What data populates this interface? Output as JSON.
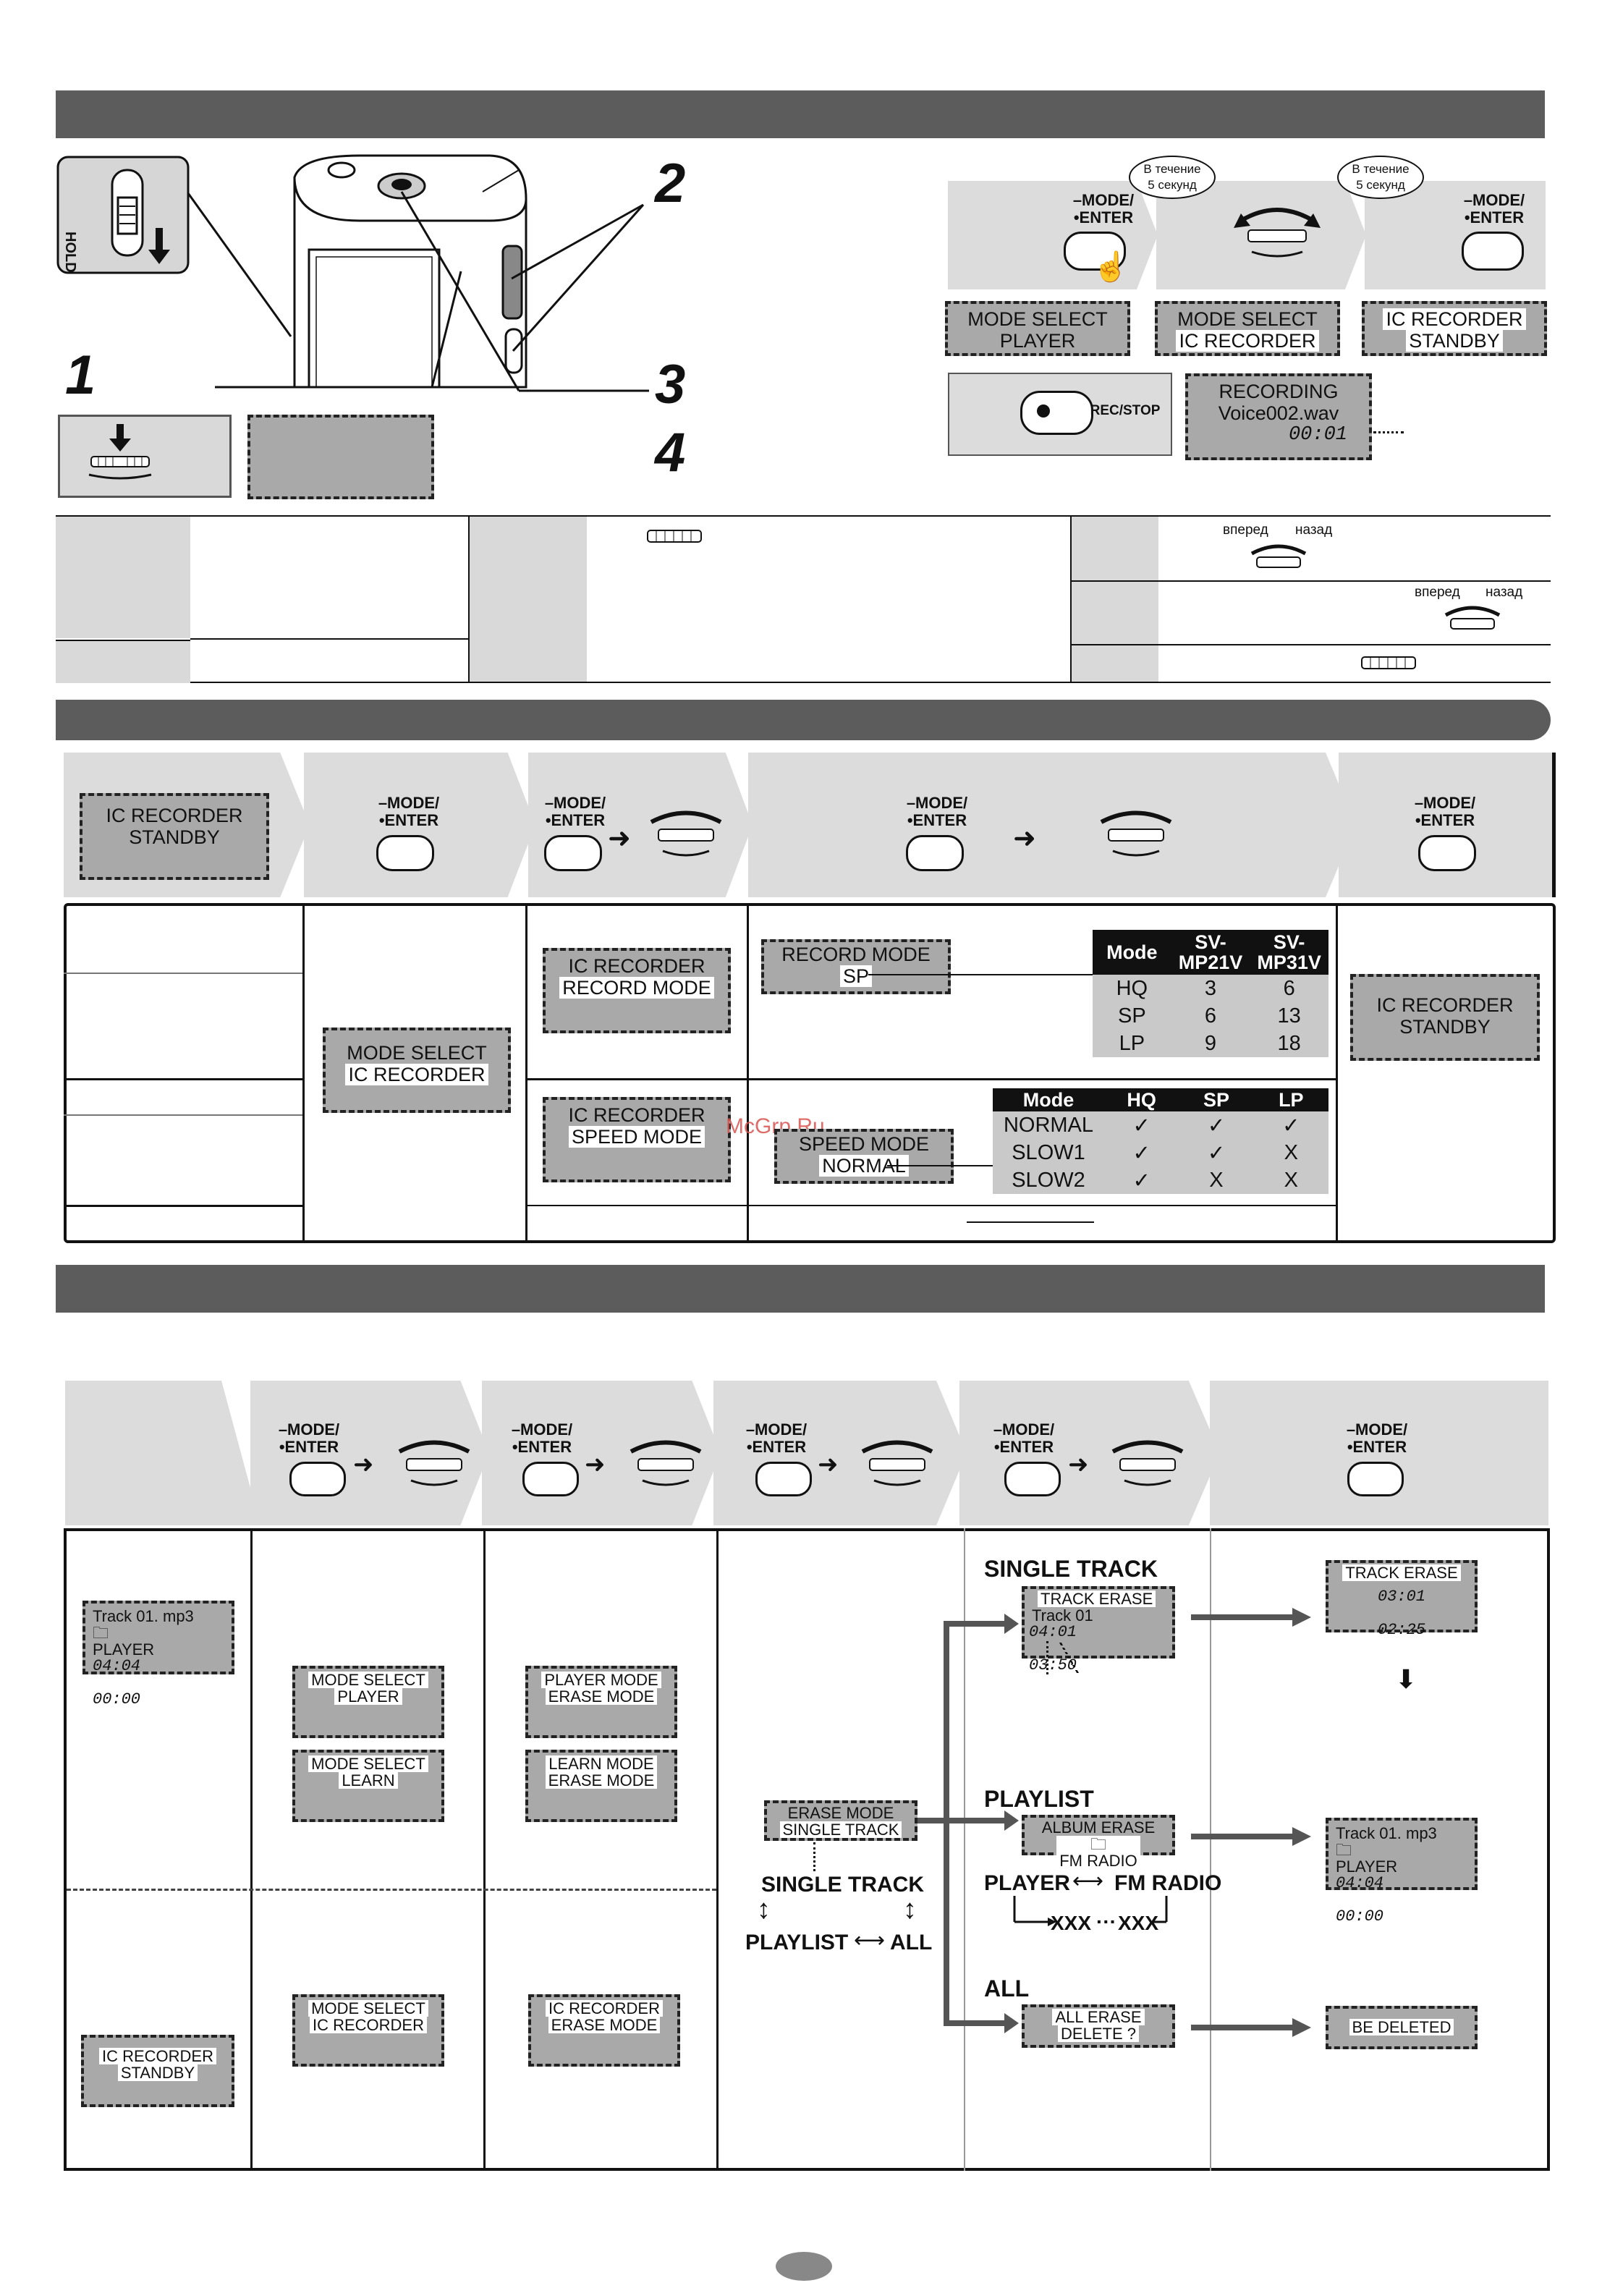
{
  "steps": {
    "s1": "1",
    "s2": "2",
    "s3": "3",
    "s4": "4"
  },
  "labels": {
    "hold": "HOLD",
    "mode_enter_top": "–MODE/",
    "mode_enter_bottom": "•ENTER",
    "rec_stop": "REC/STOP",
    "within5_line1": "В течение",
    "within5_line2": "5 секунд",
    "forward": "вперед",
    "back": "назад"
  },
  "rec_section": {
    "lcd1": [
      "MODE  SELECT",
      "PLAYER"
    ],
    "lcd2": [
      "MODE  SELECT",
      "IC RECORDER"
    ],
    "lcd3": [
      "IC RECORDER",
      "STANDBY"
    ],
    "lcd4": [
      "RECORDING",
      "Voice002.wav",
      "00:01"
    ]
  },
  "mode_section": {
    "lcd_standby": [
      "IC RECORDER",
      "STANDBY"
    ],
    "lcd_mode_select": [
      "MODE  SELECT",
      "IC RECORDER"
    ],
    "lcd_record_mode": [
      "IC RECORDER",
      "RECORD MODE"
    ],
    "lcd_speed_mode": [
      "IC RECORDER",
      "SPEED  MODE"
    ],
    "lcd_record_sp": [
      "RECORD MODE",
      "SP"
    ],
    "lcd_speed_normal": [
      "SPEED MODE",
      "NORMAL"
    ],
    "lcd_standby2": [
      "IC RECORDER",
      "STANDBY"
    ],
    "watermark": "McGrp.Ru",
    "record_table": {
      "headers": [
        "Mode",
        "SV-MP21V",
        "SV-MP31V"
      ],
      "rows": [
        [
          "HQ",
          "3",
          "6"
        ],
        [
          "SP",
          "6",
          "13"
        ],
        [
          "LP",
          "9",
          "18"
        ]
      ]
    },
    "speed_table": {
      "headers": [
        "Mode",
        "HQ",
        "SP",
        "LP"
      ],
      "rows": [
        [
          "NORMAL",
          "✓",
          "✓",
          "✓"
        ],
        [
          "SLOW1",
          "✓",
          "✓",
          "X"
        ],
        [
          "SLOW2",
          "✓",
          "X",
          "X"
        ]
      ]
    }
  },
  "erase_section": {
    "lcd_player": [
      "Track 01. mp3",
      "PLAYER",
      "04:04",
      "00:00"
    ],
    "lcd_mode_player": [
      "MODE  SELECT",
      "PLAYER"
    ],
    "lcd_mode_learn": [
      "MODE  SELECT",
      "LEARN"
    ],
    "lcd_mode_ic": [
      "MODE  SELECT",
      "IC RECORDER"
    ],
    "lcd_ic_standby": [
      "IC RECORDER",
      "STANDBY"
    ],
    "lcd_player_erase": [
      "PLAYER MODE",
      "ERASE MODE"
    ],
    "lcd_learn_erase": [
      "LEARN MODE",
      "ERASE MODE"
    ],
    "lcd_ic_erase": [
      "IC RECORDER",
      "ERASE MODE"
    ],
    "lcd_erase_mode": [
      "ERASE MODE",
      "SINGLE TRACK"
    ],
    "cycle": {
      "single": "SINGLE TRACK",
      "playlist": "PLAYLIST",
      "all": "ALL"
    },
    "single_track_title": "SINGLE TRACK",
    "playlist_title": "PLAYLIST",
    "all_title": "ALL",
    "lcd_track_erase": [
      "TRACK ERASE",
      "Track  01",
      "04:01",
      "03:50"
    ],
    "lcd_album_erase": [
      "ALBUM ERASE",
      "FM RADIO"
    ],
    "lcd_all_erase": [
      "ALL ERASE",
      "DELETE   ?"
    ],
    "playlist_cycle": {
      "player": "PLAYER",
      "fm": "FM RADIO",
      "xxx1": "XXX",
      "xxx2": "XXX",
      "dots": "···"
    },
    "lcd_track_erase_result": [
      "TRACK ERASE",
      "03:01",
      "02:25"
    ],
    "lcd_player_result": [
      "Track 01. mp3",
      "PLAYER",
      "04:04",
      "00:00"
    ],
    "lcd_deleted": [
      "BE DELETED"
    ]
  }
}
